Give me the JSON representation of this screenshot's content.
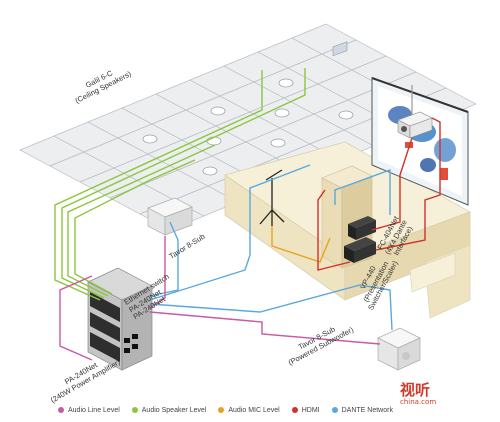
{
  "labels": {
    "ceiling_speakers": [
      "Galil 6-C",
      "(Ceiling Speakers)"
    ],
    "tavor_sub_top": "Tavor 8-Sub",
    "fc404": [
      "FC-404Net",
      "(4X4 Dante",
      "Interface)"
    ],
    "vp440": [
      "VP-440",
      "(Presentation",
      "Switcher/Scaler)"
    ],
    "rack": [
      "Ethernet switch",
      "PA-240Net",
      "PA-240Net"
    ],
    "pa240": [
      "PA-240Net",
      "(240W Power Amplifier)"
    ],
    "tavor_sub_bottom": [
      "Tavor 8-Sub",
      "(Powered Subwoofer)"
    ]
  },
  "legend": [
    {
      "label": "Audio Line Level",
      "color": "#c85aa5"
    },
    {
      "label": "Audio Speaker Level",
      "color": "#8cc63f"
    },
    {
      "label": "Audio MIC Level",
      "color": "#e9a21f"
    },
    {
      "label": "HDMI",
      "color": "#d0312d"
    },
    {
      "label": "DANTE Network",
      "color": "#5aa9dd"
    }
  ],
  "watermark": {
    "text": "视听",
    "sub": "china.com"
  }
}
